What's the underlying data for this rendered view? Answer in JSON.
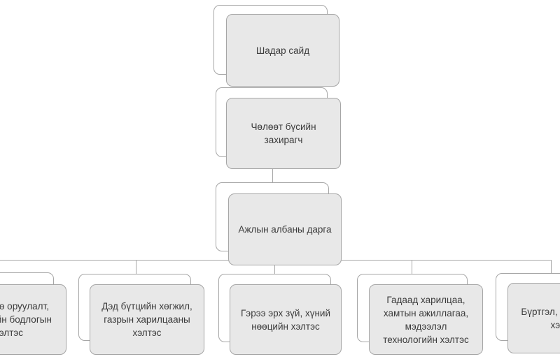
{
  "colors": {
    "page-bg": "#ffffff",
    "node-fill": "#e8e8e8",
    "node-border": "#a6a6a6",
    "back-fill": "#ffffff",
    "connector": "#a8a8a8",
    "text": "#3b3b3b"
  },
  "diagram": {
    "type": "org-chart",
    "nodes": [
      {
        "id": "deputy-prime-minister",
        "level": 0,
        "label": "Шадар сайд"
      },
      {
        "id": "free-zone-governor",
        "level": 1,
        "label": "Чөлөөт бүсийн\nзахирагч"
      },
      {
        "id": "head-of-working-office",
        "level": 2,
        "label": "Ажлын албаны дарга"
      },
      {
        "id": "investment-development-policy-dept",
        "level": 3,
        "label": "Хөрөнгө оруулалт,\nхөгжлийн бодлогын\nхэлтэс",
        "clipped_at_screen_edge": "left"
      },
      {
        "id": "infrastructure-land-relations-dept",
        "level": 3,
        "label": "Дэд бүтцийн хөгжил,\nгазрын харилцааны\nхэлтэс"
      },
      {
        "id": "contract-legal-hr-dept",
        "level": 3,
        "label": "Гэрээ эрх зүй, хүний\nнөөцийн хэлтэс"
      },
      {
        "id": "foreign-relations-cooperation-it-dept",
        "level": 3,
        "label": "Гадаад харилцаа,\nхамтын ажиллагаа,\nмэдээлэл\nтехнологийн хэлтэс"
      },
      {
        "id": "registration-finance-dept",
        "level": 3,
        "label": "Бүртгэл, санхүүгийн\nхэлтэс",
        "clipped_at_screen_edge": "right"
      }
    ],
    "edges": [
      [
        "deputy-prime-minister",
        "free-zone-governor"
      ],
      [
        "free-zone-governor",
        "head-of-working-office"
      ],
      [
        "head-of-working-office",
        "investment-development-policy-dept"
      ],
      [
        "head-of-working-office",
        "infrastructure-land-relations-dept"
      ],
      [
        "head-of-working-office",
        "contract-legal-hr-dept"
      ],
      [
        "head-of-working-office",
        "foreign-relations-cooperation-it-dept"
      ],
      [
        "head-of-working-office",
        "registration-finance-dept"
      ]
    ]
  }
}
